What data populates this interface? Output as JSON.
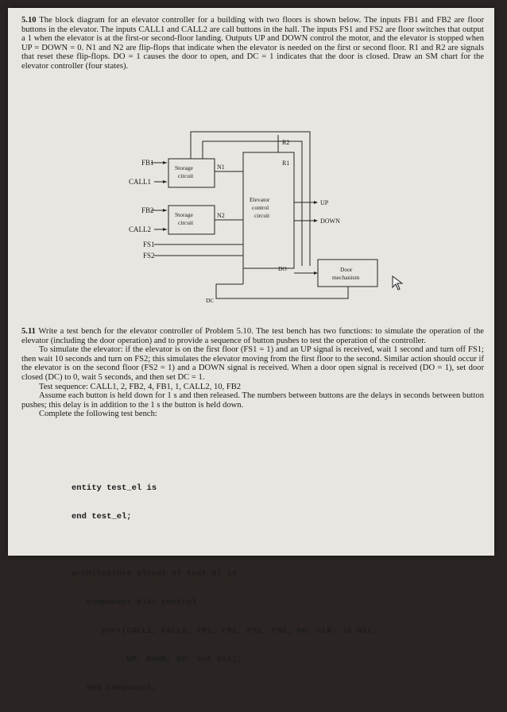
{
  "problem_510": {
    "number": "5.10",
    "text": "The block diagram for an elevator controller for a building with two floors is shown below. The inputs FB1 and FB2 are floor buttons in the elevator. The inputs CALL1 and CALL2 are call buttons in the hall. The inputs FS1 and FS2 are floor switches that output a 1 when the elevator is at the first-or second-floor landing. Outputs UP and DOWN control the motor, and the elevator is stopped when UP = DOWN = 0. N1 and N2 are flip-flops that indicate when the elevator is needed on the first or second floor. R1 and R2 are signals that reset these flip-flops. DO = 1 causes the door to open, and DC = 1 indicates that the door is closed. Draw an SM chart for the elevator controller (four states)."
  },
  "diagram": {
    "fb1": "FB1",
    "call1": "CALL1",
    "fb2": "FB2",
    "call2": "CALL2",
    "fs1": "FS1",
    "fs2": "FS2",
    "storage1": [
      "Storage",
      "circuit"
    ],
    "storage2": [
      "Storage",
      "circuit"
    ],
    "n1": "N1",
    "n2": "N2",
    "r1": "R1",
    "r2": "R2",
    "elevator": [
      "Elevator",
      "control",
      "circuit"
    ],
    "up": "UP",
    "down": "DOWN",
    "do": "DO",
    "door": [
      "Door",
      "mechanism"
    ],
    "dc": "DC"
  },
  "problem_511": {
    "number": "5.11",
    "intro": "Write a test bench for the elevator controller of Problem 5.10. The test bench has two functions: to simulate the operation of the elevator (including the door operation) and to provide a sequence of button pushes to test the operation of the controller.",
    "simulate": "To simulate the elevator: if the elevator is on the first floor (FS1 = 1) and an UP signal is received, wait 1 second and turn off FS1; then wait 10 seconds and turn on FS2; this simulates the elevator moving from the first floor to the second. Similar action should occur if the elevator is on the second floor (FS2 = 1) and a DOWN signal is received. When a door open signal is received (DO = 1), set door closed (DC) to 0, wait 5 seconds, and then set DC = 1.",
    "sequence": "Test sequence: CALL1, 2, FB2, 4, FB1, 1, CALL2, 10, FB2",
    "assume": "Assume each button is held down for 1 s and then released. The numbers between buttons are the delays in seconds between button pushes; this delay is in addition to the 1 s the button is held down.",
    "complete": "Complete the following test bench:"
  },
  "code": {
    "lines": [
      "entity test_el is",
      "end test_el;",
      "",
      "architecture eltest of test_el is",
      "   component elev_control",
      "      port(CALL1, CALL2, FB1, FB2, FS1, FS2, DC, CLK: in bit;",
      "           UP, DOWN, DO: out bit);",
      "   end component;"
    ]
  }
}
